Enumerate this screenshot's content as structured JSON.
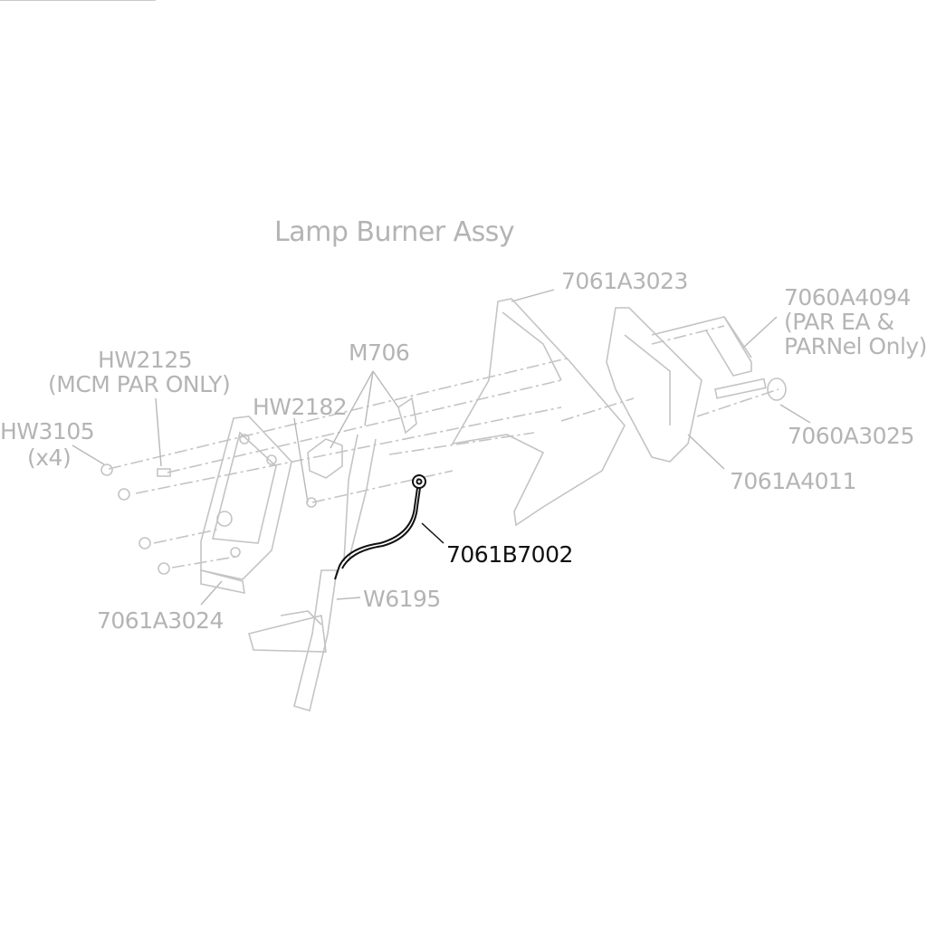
{
  "title": "Lamp Burner Assy",
  "highlight_color": "#111111",
  "part_color": "#b4b4b4",
  "labels": {
    "p7061A3023": "7061A3023",
    "p7060A4094": "7060A4094",
    "p7060A4094_note1": "(PAR EA &",
    "p7060A4094_note2": "PARNel Only)",
    "M706": "M706",
    "HW2125": "HW2125",
    "HW2125_note": "(MCM PAR ONLY)",
    "HW2182": "HW2182",
    "HW3105": "HW3105",
    "HW3105_note": "(x4)",
    "p7060A3025": "7060A3025",
    "p7061A4011": "7061A4011",
    "p7061B7002": "7061B7002",
    "W6195": "W6195",
    "p7061A3024": "7061A3024"
  }
}
